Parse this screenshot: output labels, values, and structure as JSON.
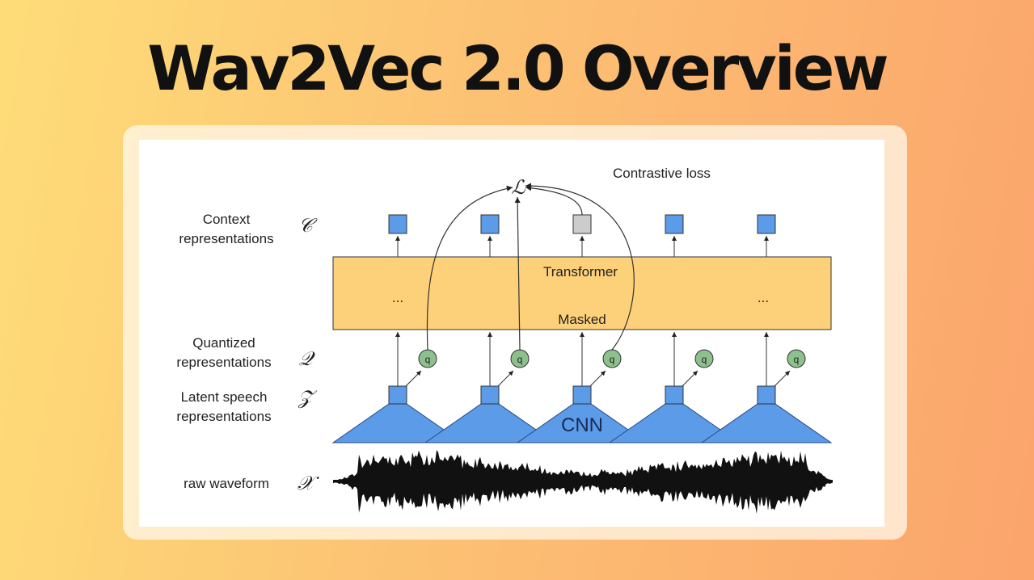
{
  "title": "Wav2Vec 2.0 Overview",
  "diagram": {
    "loss_symbol": "ℒ",
    "loss_label": "Contrastive loss",
    "transformer_label": "Transformer",
    "masked_label": "Masked",
    "ellipsis": "...",
    "cnn_label": "CNN",
    "quantizer_label": "q",
    "rows": {
      "context": {
        "line1": "Context",
        "line2": "representations",
        "symbol": "𝒞"
      },
      "quantized": {
        "line1": "Quantized",
        "line2": "representations",
        "symbol": "𝒬"
      },
      "latent": {
        "line1": "Latent speech",
        "line2": "representations",
        "symbol": "𝒵"
      },
      "raw": {
        "line1": "raw waveform",
        "symbol": "𝒳"
      }
    },
    "colors": {
      "blue": "#5b9be8",
      "gray": "#cccccc",
      "green": "#8cc08c",
      "transformer": "#fdd07a"
    }
  }
}
